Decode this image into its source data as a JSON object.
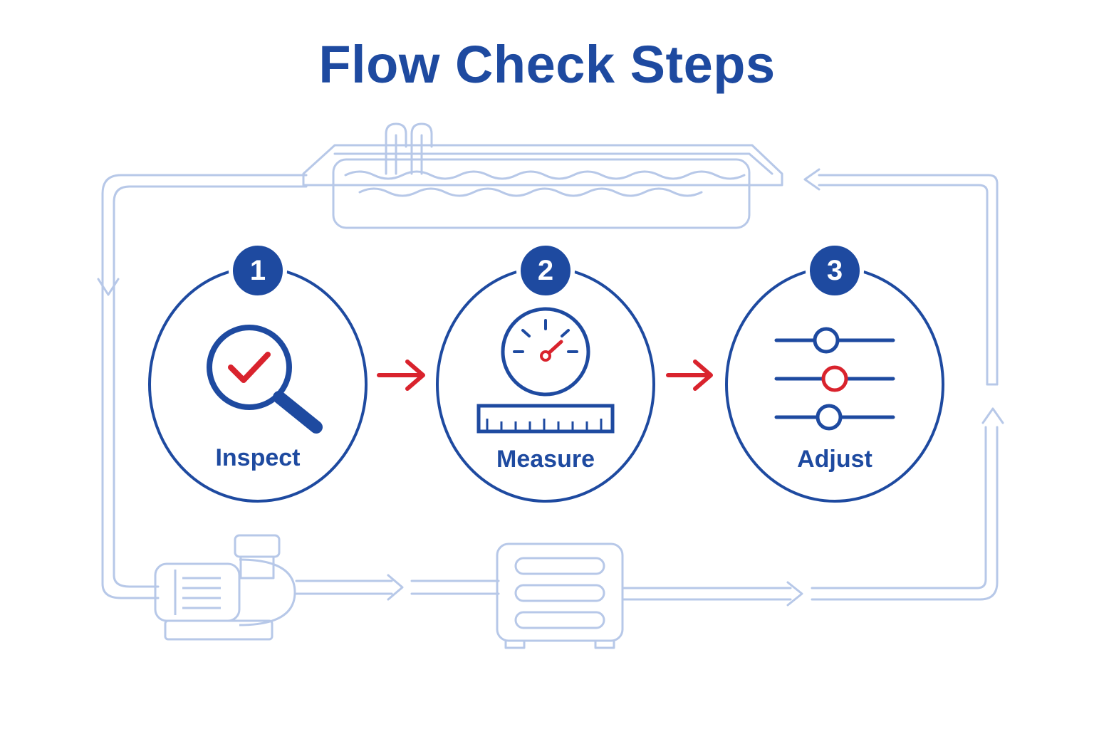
{
  "title": "Flow Check Steps",
  "colors": {
    "primary": "#1e4aa0",
    "accent": "#d9232d",
    "pipe": "#b7c8e8"
  },
  "steps": [
    {
      "number": "1",
      "label": "Inspect",
      "icon": "magnifier-check-icon"
    },
    {
      "number": "2",
      "label": "Measure",
      "icon": "gauge-ruler-icon"
    },
    {
      "number": "3",
      "label": "Adjust",
      "icon": "sliders-icon"
    }
  ],
  "background_components": [
    "pool-icon",
    "pump-icon",
    "filter-icon"
  ]
}
